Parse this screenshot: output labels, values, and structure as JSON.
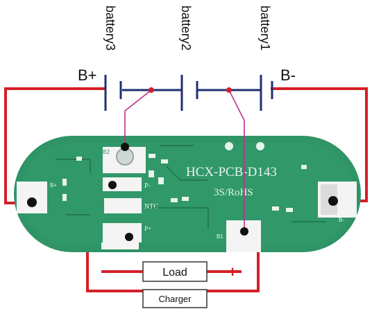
{
  "battery_labels": [
    "battery3",
    "battery2",
    "battery1"
  ],
  "terminals": {
    "positive": "B+",
    "negative": "B-"
  },
  "board": {
    "model_text": "HCX-PCB-D143",
    "rating_text": "3S/RoHS",
    "pad_labels": {
      "b_plus": "B+",
      "p_minus": "P-",
      "ntc": "NTC",
      "p_plus": "P+",
      "b2": "B2",
      "b1": "B1",
      "b_minus": "B-"
    }
  },
  "load_box": {
    "label": "Load",
    "minus_sign": "−",
    "plus_sign": "+"
  },
  "charger_box": {
    "label": "Charger"
  },
  "colors": {
    "wire_red": "#d42027",
    "wire_pink": "#c0308a",
    "battery_line": "#1f2f73",
    "board_green": "#2f9466",
    "board_dark": "#247a55",
    "silkscreen": "#e8f4ec",
    "pad_white": "#f4f4f4",
    "dot": "#111111"
  }
}
